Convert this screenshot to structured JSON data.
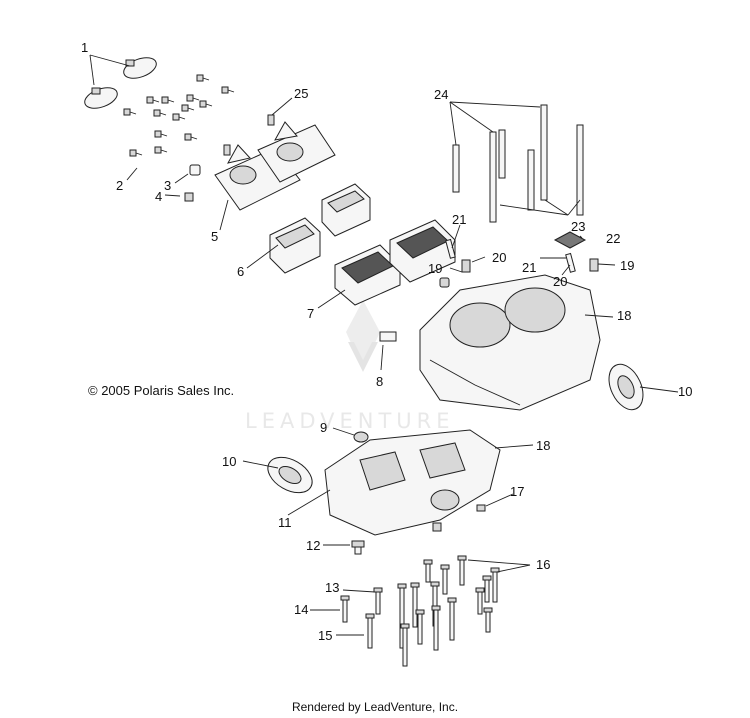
{
  "copyright": "© 2005 Polaris Sales Inc.",
  "footer": "Rendered by LeadVenture, Inc.",
  "watermark": "LEADVENTURE",
  "callouts": [
    "1",
    "2",
    "3",
    "4",
    "5",
    "6",
    "7",
    "8",
    "9",
    "10",
    "10",
    "11",
    "12",
    "13",
    "14",
    "15",
    "16",
    "17",
    "18",
    "18",
    "19",
    "19",
    "20",
    "20",
    "21",
    "21",
    "22",
    "23",
    "24",
    "25"
  ],
  "colors": {
    "line": "#222222",
    "fill": "#f6f6f6",
    "shade": "#d8d8d8",
    "watermark": "#e6e6e6"
  }
}
